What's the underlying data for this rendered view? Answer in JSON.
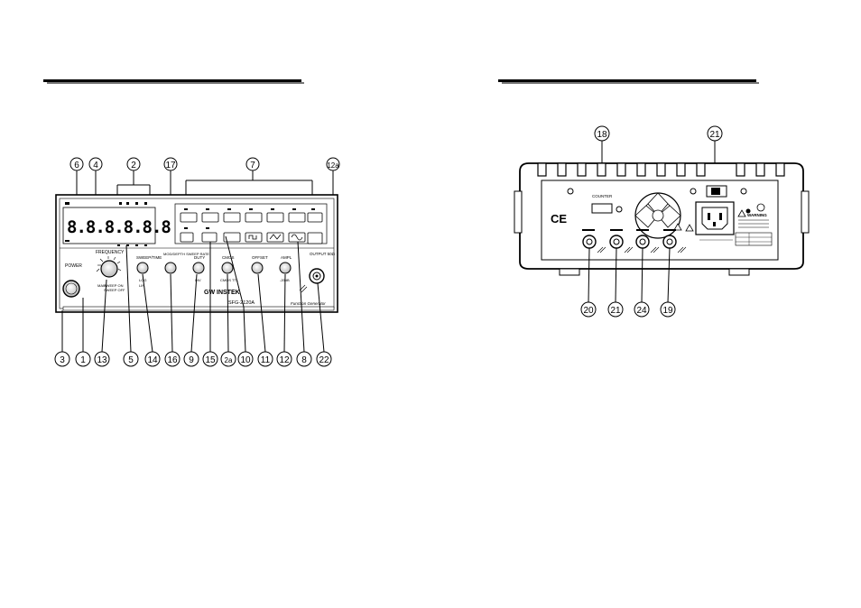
{
  "brand": "GW INSTEK",
  "model": "SFG-2120A",
  "subtitle": "Function Generator",
  "front_callouts_top": [
    "6",
    "4",
    "2",
    "17",
    "7",
    "12a"
  ],
  "front_callouts_bottom": [
    "3",
    "1",
    "13",
    "5",
    "14",
    "16",
    "9",
    "15",
    "2a",
    "10",
    "11",
    "12",
    "8",
    "22"
  ],
  "rear_callouts_top": [
    "18",
    "21"
  ],
  "rear_callouts_bottom": [
    "20",
    "21",
    "24",
    "19"
  ],
  "panel": {
    "power": "POWER",
    "frequency": "FREQUENCY",
    "sweep_time": "SWEEP/TIME",
    "mod": "MOD/DEPTH SWEEP RATE",
    "duty": "DUTY",
    "cmos": "CMOS",
    "offset": "OFFSET",
    "ampl": "AMPL",
    "output": "OUTPUT 50Ω",
    "log": "LOG",
    "lin": "LIN",
    "sweep_on": "SWEEP ON",
    "sweep_off": "SWEEP OFF",
    "main": "MAIN",
    "inv": "INV",
    "cmos_ttl": "CMOS TTL",
    "att": "-20dB",
    "digits": "8.8.8.8.8.8"
  },
  "rear": {
    "counter": "COUNTER",
    "ce": "CE",
    "warning": "WARNING"
  }
}
